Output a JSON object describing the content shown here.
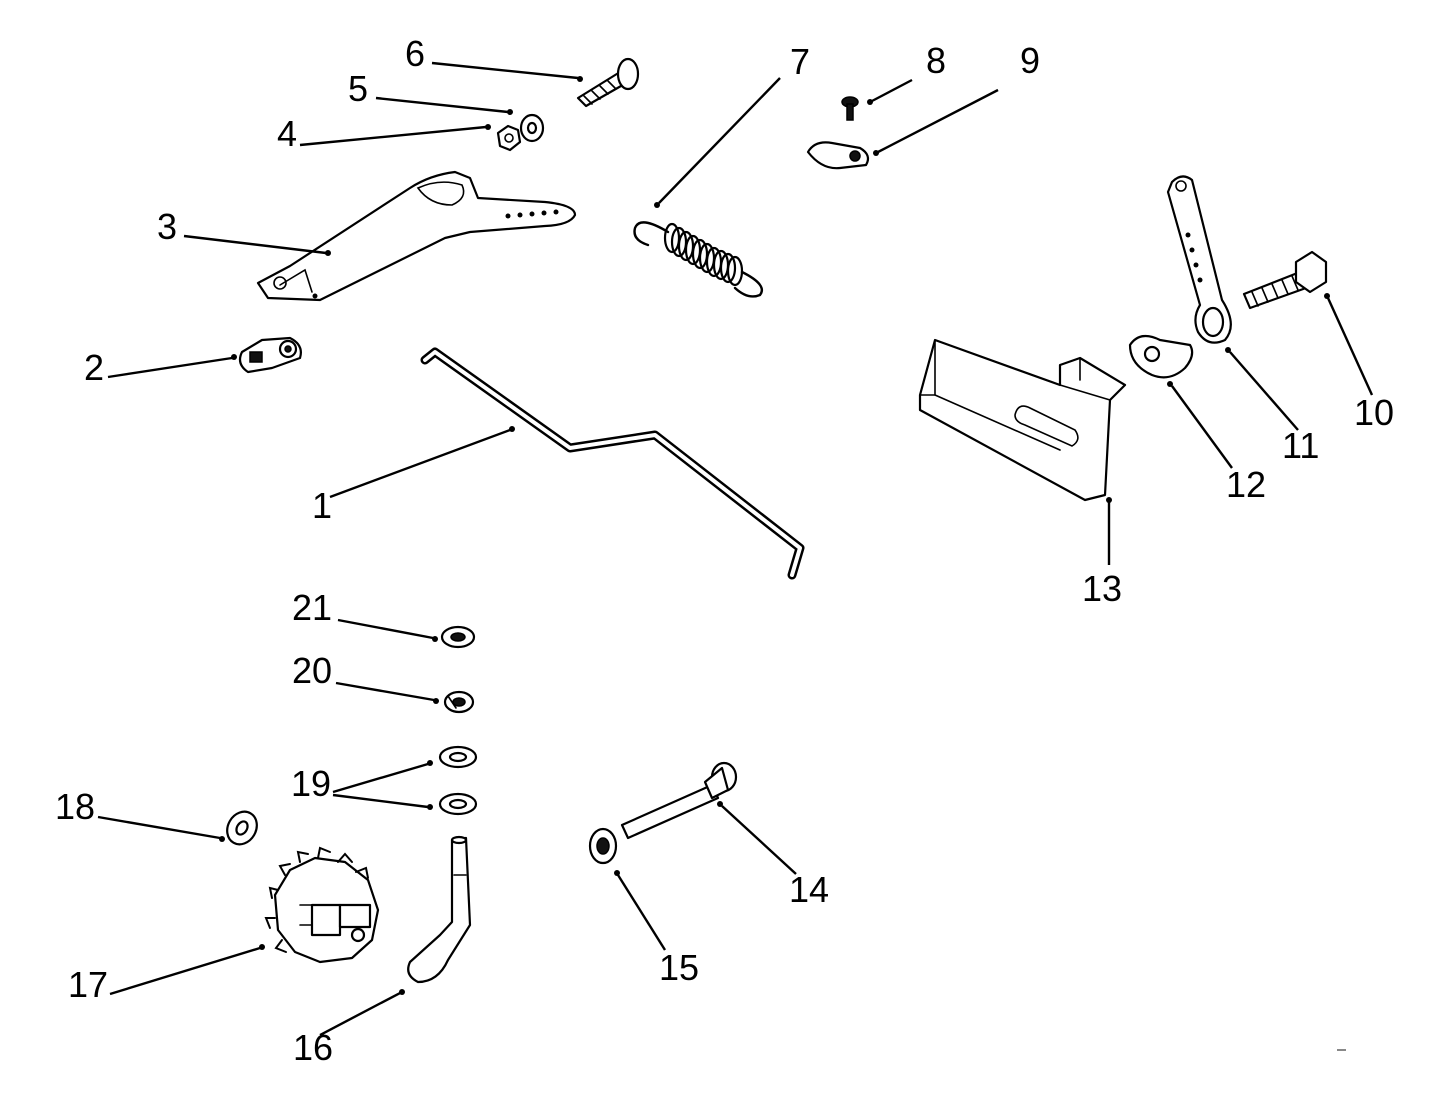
{
  "callouts": [
    "1",
    "2",
    "3",
    "4",
    "5",
    "6",
    "7",
    "8",
    "9",
    "10",
    "11",
    "12",
    "13",
    "14",
    "15",
    "16",
    "17",
    "18",
    "19",
    "20",
    "21"
  ],
  "colors": {
    "ink": "#000000",
    "paper": "#ffffff"
  }
}
